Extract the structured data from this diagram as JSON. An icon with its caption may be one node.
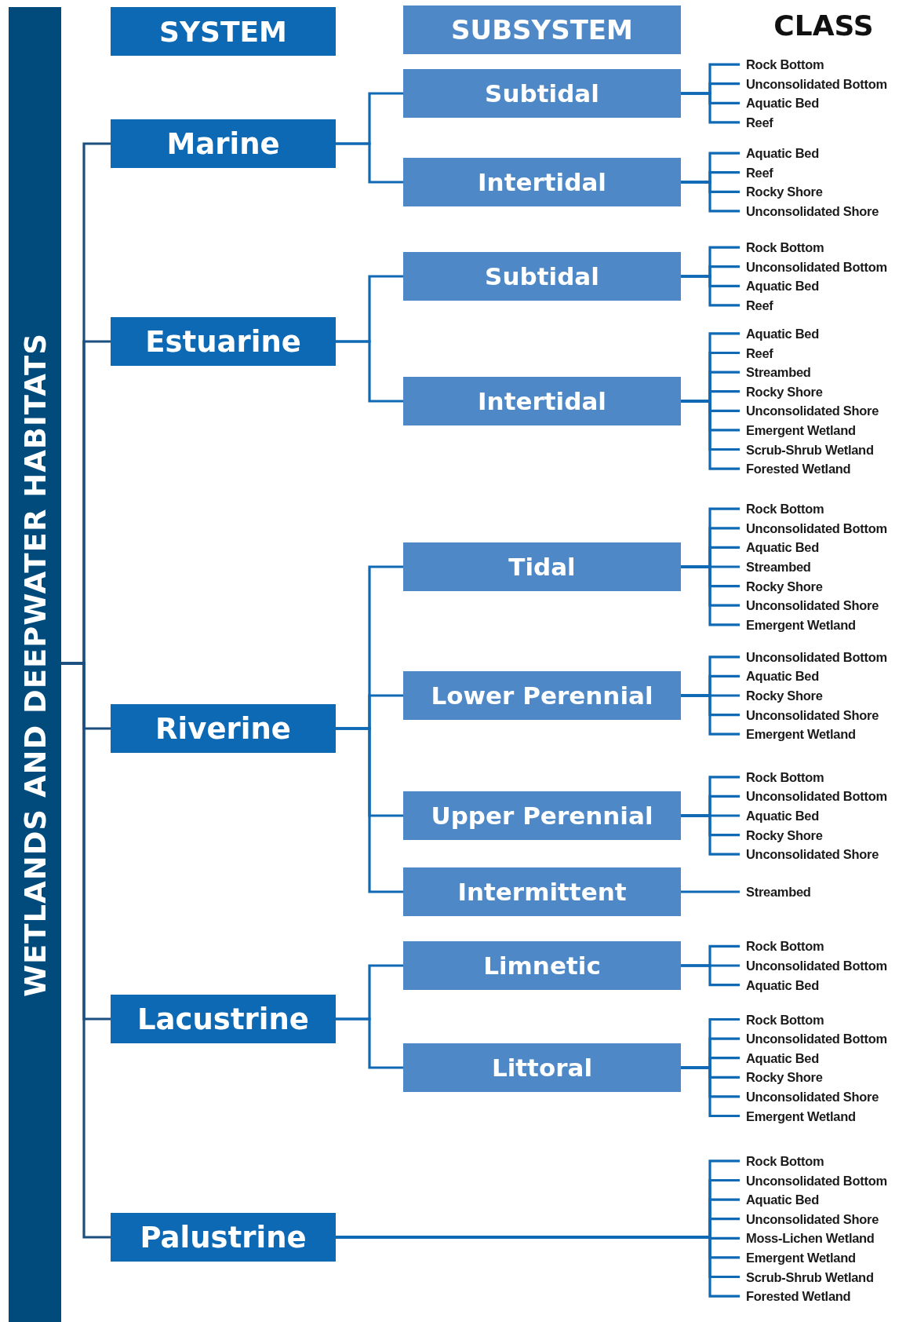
{
  "diagram": {
    "nodes": [
      {
        "text": [
          "WETLANDS AND DEEPWATER HABITATS"
        ]
      },
      {
        "text": [
          "SYSTEM"
        ]
      },
      {
        "text": [
          "SUBSYSTEM"
        ]
      },
      {
        "text": [
          "Marine"
        ]
      },
      {
        "text": [
          "Subtidal"
        ]
      },
      {
        "text": [
          "Rock Bottom"
        ]
      },
      {
        "text": [
          "Unconsolidated Bottom"
        ]
      },
      {
        "text": [
          "Aquatic Bed"
        ]
      },
      {
        "text": [
          "Reef"
        ]
      },
      {
        "text": [
          "Intertidal"
        ]
      },
      {
        "text": [
          "Aquatic Bed"
        ]
      },
      {
        "text": [
          "Reef"
        ]
      },
      {
        "text": [
          "Rocky Shore"
        ]
      },
      {
        "text": [
          "Unconsolidated Shore"
        ]
      },
      {
        "text": [
          "Estuarine"
        ]
      },
      {
        "text": [
          "Subtidal"
        ]
      },
      {
        "text": [
          "Rock Bottom"
        ]
      },
      {
        "text": [
          "Unconsolidated Bottom"
        ]
      },
      {
        "text": [
          "Aquatic Bed"
        ]
      },
      {
        "text": [
          "Reef"
        ]
      },
      {
        "text": [
          "Intertidal"
        ]
      },
      {
        "text": [
          "Aquatic Bed"
        ]
      },
      {
        "text": [
          "Reef"
        ]
      },
      {
        "text": [
          "Streambed"
        ]
      },
      {
        "text": [
          "Rocky Shore"
        ]
      },
      {
        "text": [
          "Unconsolidated Shore"
        ]
      },
      {
        "text": [
          "Emergent Wetland"
        ]
      },
      {
        "text": [
          "Scrub-Shrub Wetland"
        ]
      },
      {
        "text": [
          "Forested Wetland"
        ]
      },
      {
        "text": [
          "Riverine"
        ]
      },
      {
        "text": [
          "Tidal"
        ]
      },
      {
        "text": [
          "Rock Bottom"
        ]
      },
      {
        "text": [
          "Unconsolidated Bottom"
        ]
      },
      {
        "text": [
          "Aquatic Bed"
        ]
      },
      {
        "text": [
          "Streambed"
        ]
      },
      {
        "text": [
          "Rocky Shore"
        ]
      },
      {
        "text": [
          "Unconsolidated Shore"
        ]
      },
      {
        "text": [
          "Emergent Wetland"
        ]
      },
      {
        "text": [
          "Lower Perennial"
        ]
      },
      {
        "text": [
          "Unconsolidated Bottom"
        ]
      },
      {
        "text": [
          "Aquatic Bed"
        ]
      },
      {
        "text": [
          "Rocky Shore"
        ]
      },
      {
        "text": [
          "Unconsolidated Shore"
        ]
      },
      {
        "text": [
          "Emergent Wetland"
        ]
      },
      {
        "text": [
          "Upper Perennial"
        ]
      },
      {
        "text": [
          "Rock Bottom"
        ]
      },
      {
        "text": [
          "Unconsolidated Bottom"
        ]
      },
      {
        "text": [
          "Aquatic Bed"
        ]
      },
      {
        "text": [
          "Rocky Shore"
        ]
      },
      {
        "text": [
          "Unconsolidated Shore"
        ]
      },
      {
        "text": [
          "Intermittent"
        ]
      },
      {
        "text": [
          "Streambed"
        ]
      },
      {
        "text": [
          "Lacustrine"
        ]
      },
      {
        "text": [
          "Limnetic"
        ]
      },
      {
        "text": [
          "Rock Bottom"
        ]
      },
      {
        "text": [
          "Unconsolidated Bottom"
        ]
      },
      {
        "text": [
          "Aquatic Bed"
        ]
      },
      {
        "text": [
          "Littoral"
        ]
      },
      {
        "text": [
          "Rock Bottom"
        ]
      },
      {
        "text": [
          "Unconsolidated Bottom"
        ]
      },
      {
        "text": [
          "Aquatic Bed"
        ]
      },
      {
        "text": [
          "Rocky Shore"
        ]
      },
      {
        "text": [
          "Unconsolidated Shore"
        ]
      },
      {
        "text": [
          "Emergent Wetland"
        ]
      },
      {
        "text": [
          "Palustrine"
        ]
      },
      {
        "text": [
          "Rock Bottom"
        ]
      },
      {
        "text": [
          "Unconsolidated Bottom"
        ]
      },
      {
        "text": [
          "Aquatic Bed"
        ]
      },
      {
        "text": [
          "Unconsolidated Shore"
        ]
      },
      {
        "text": [
          "Moss-Lichen Wetland"
        ]
      },
      {
        "text": [
          "Emergent Wetland"
        ]
      },
      {
        "text": [
          "Scrub-Shrub Wetland"
        ]
      },
      {
        "text": [
          "Forested Wetland"
        ]
      }
    ],
    "edges": [
      {
        "from": 0,
        "to": 3,
        "arrow": "none",
        "color": "#1b4f80"
      },
      {
        "from": 0,
        "to": 14,
        "arrow": "none",
        "color": "#1b4f80"
      },
      {
        "from": 0,
        "to": 29,
        "arrow": "none",
        "color": "#1b4f80"
      },
      {
        "from": 0,
        "to": 52,
        "arrow": "none",
        "color": "#1b4f80"
      },
      {
        "from": 0,
        "to": 64,
        "arrow": "none",
        "color": "#1b4f80"
      },
      {
        "from": 3,
        "to": 4,
        "arrow": "none"
      },
      {
        "from": 3,
        "to": 9,
        "arrow": "none"
      },
      {
        "from": 4,
        "to": 5,
        "arrow": "none"
      },
      {
        "from": 4,
        "to": 6,
        "arrow": "none"
      },
      {
        "from": 4,
        "to": 7,
        "arrow": "none"
      },
      {
        "from": 4,
        "to": 8,
        "arrow": "none"
      },
      {
        "from": 9,
        "to": 10,
        "arrow": "none"
      },
      {
        "from": 9,
        "to": 11,
        "arrow": "none"
      },
      {
        "from": 9,
        "to": 12,
        "arrow": "none"
      },
      {
        "from": 9,
        "to": 13,
        "arrow": "none"
      },
      {
        "from": 14,
        "to": 15,
        "arrow": "none"
      },
      {
        "from": 14,
        "to": 20,
        "arrow": "none"
      },
      {
        "from": 15,
        "to": 16,
        "arrow": "none"
      },
      {
        "from": 15,
        "to": 17,
        "arrow": "none"
      },
      {
        "from": 15,
        "to": 18,
        "arrow": "none"
      },
      {
        "from": 15,
        "to": 19,
        "arrow": "none"
      },
      {
        "from": 20,
        "to": 21,
        "arrow": "none"
      },
      {
        "from": 20,
        "to": 22,
        "arrow": "none"
      },
      {
        "from": 20,
        "to": 23,
        "arrow": "none"
      },
      {
        "from": 20,
        "to": 24,
        "arrow": "none"
      },
      {
        "from": 20,
        "to": 25,
        "arrow": "none"
      },
      {
        "from": 20,
        "to": 26,
        "arrow": "none"
      },
      {
        "from": 20,
        "to": 27,
        "arrow": "none"
      },
      {
        "from": 20,
        "to": 28,
        "arrow": "none"
      },
      {
        "from": 29,
        "to": 30,
        "arrow": "none"
      },
      {
        "from": 29,
        "to": 38,
        "arrow": "none"
      },
      {
        "from": 29,
        "to": 44,
        "arrow": "none"
      },
      {
        "from": 29,
        "to": 50,
        "arrow": "none"
      },
      {
        "from": 30,
        "to": 31,
        "arrow": "none"
      },
      {
        "from": 30,
        "to": 32,
        "arrow": "none"
      },
      {
        "from": 30,
        "to": 33,
        "arrow": "none"
      },
      {
        "from": 30,
        "to": 34,
        "arrow": "none"
      },
      {
        "from": 30,
        "to": 35,
        "arrow": "none"
      },
      {
        "from": 30,
        "to": 36,
        "arrow": "none"
      },
      {
        "from": 30,
        "to": 37,
        "arrow": "none"
      },
      {
        "from": 38,
        "to": 39,
        "arrow": "none"
      },
      {
        "from": 38,
        "to": 40,
        "arrow": "none"
      },
      {
        "from": 38,
        "to": 41,
        "arrow": "none"
      },
      {
        "from": 38,
        "to": 42,
        "arrow": "none"
      },
      {
        "from": 38,
        "to": 43,
        "arrow": "none"
      },
      {
        "from": 44,
        "to": 45,
        "arrow": "none"
      },
      {
        "from": 44,
        "to": 46,
        "arrow": "none"
      },
      {
        "from": 44,
        "to": 47,
        "arrow": "none"
      },
      {
        "from": 44,
        "to": 48,
        "arrow": "none"
      },
      {
        "from": 44,
        "to": 49,
        "arrow": "none"
      },
      {
        "from": 50,
        "to": 51,
        "arrow": "none"
      },
      {
        "from": 52,
        "to": 53,
        "arrow": "none"
      },
      {
        "from": 52,
        "to": 57,
        "arrow": "none"
      },
      {
        "from": 53,
        "to": 54,
        "arrow": "none"
      },
      {
        "from": 53,
        "to": 55,
        "arrow": "none"
      },
      {
        "from": 53,
        "to": 56,
        "arrow": "none"
      },
      {
        "from": 57,
        "to": 58,
        "arrow": "none"
      },
      {
        "from": 57,
        "to": 59,
        "arrow": "none"
      },
      {
        "from": 57,
        "to": 60,
        "arrow": "none"
      },
      {
        "from": 57,
        "to": 61,
        "arrow": "none"
      },
      {
        "from": 57,
        "to": 62,
        "arrow": "none"
      },
      {
        "from": 57,
        "to": 63,
        "arrow": "none"
      },
      {
        "from": 64,
        "to": 65,
        "arrow": "none"
      },
      {
        "from": 64,
        "to": 66,
        "arrow": "none"
      },
      {
        "from": 64,
        "to": 67,
        "arrow": "none"
      },
      {
        "from": 64,
        "to": 68,
        "arrow": "none"
      },
      {
        "from": 64,
        "to": 69,
        "arrow": "none"
      },
      {
        "from": 64,
        "to": 70,
        "arrow": "none"
      },
      {
        "from": 64,
        "to": 71,
        "arrow": "none"
      },
      {
        "from": 64,
        "to": 72,
        "arrow": "none"
      }
    ],
    "labels": [
      "CLASS"
    ]
  }
}
